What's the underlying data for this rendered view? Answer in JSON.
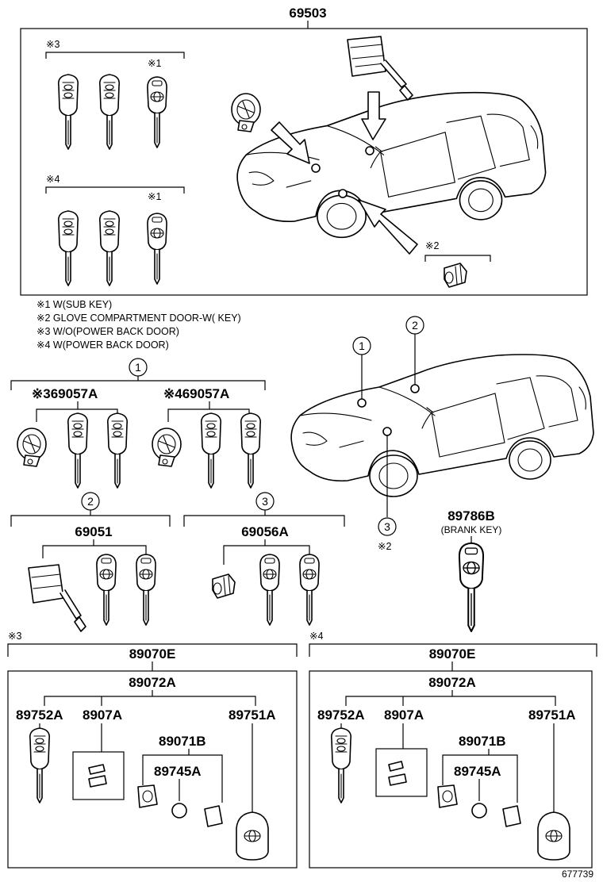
{
  "labels": {
    "top_assembly": "69503",
    "note3": "※3",
    "note4": "※4",
    "note1": "※1",
    "note2": "※2",
    "legend1": "※1 W(SUB KEY)",
    "legend2": "※2 GLOVE COMPARTMENT  DOOR-W( KEY)",
    "legend3": "※3 W/O(POWER BACK DOOR)",
    "legend4": "※4 W(POWER BACK DOOR)",
    "c1": "1",
    "c2": "2",
    "c3": "3",
    "p69057a_3": "※369057A",
    "p69057a_4": "※469057A",
    "p69051": "69051",
    "p69056a": "69056A",
    "p89786b": "89786B",
    "brank_key": "(BRANK KEY)",
    "note2_car": "※2",
    "p89070e": "89070E",
    "p89072a": "89072A",
    "p89752a": "89752A",
    "p8907a": "8907A",
    "p89751a": "89751A",
    "p89071b": "89071B",
    "p89745a": "89745A",
    "diagram_id": "677739"
  }
}
